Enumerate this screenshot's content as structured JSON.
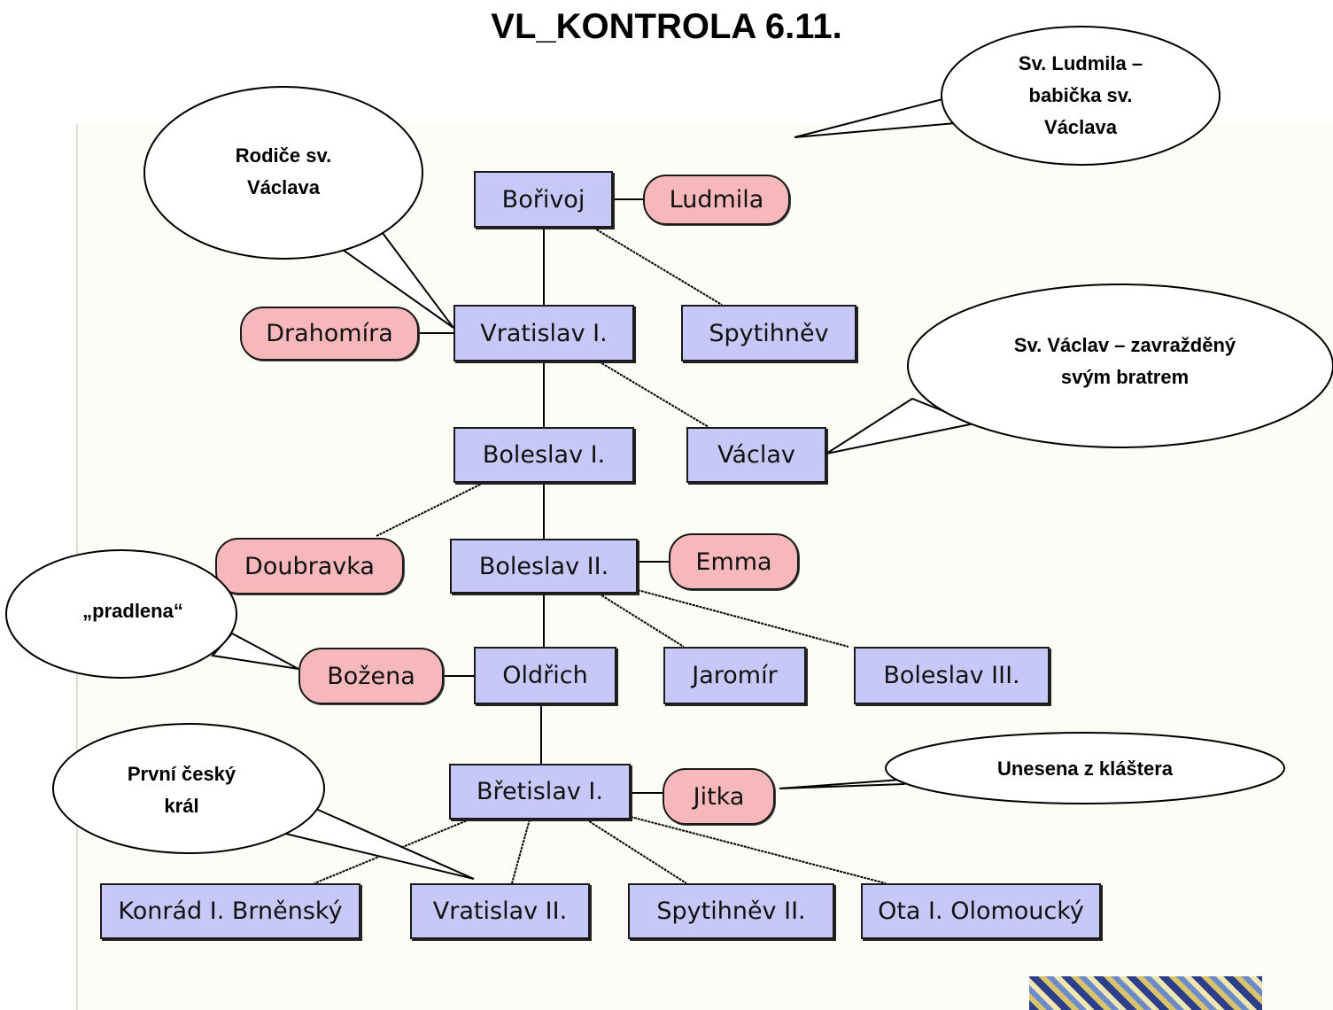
{
  "title": "VL_KONTROLA 6.11.",
  "nodes": {
    "borivoj": "Bořivoj",
    "ludmila": "Ludmila",
    "drahomira": "Drahomíra",
    "vratislav1": "Vratislav I.",
    "spytihnev": "Spytihněv",
    "boleslav1": "Boleslav I.",
    "vaclav": "Václav",
    "doubravka": "Doubravka",
    "boleslav2": "Boleslav II.",
    "emma": "Emma",
    "bozena": "Božena",
    "oldrich": "Oldřich",
    "jaromir": "Jaromír",
    "boleslav3": "Boleslav III.",
    "bretislav1": "Břetislav I.",
    "jitka": "Jitka",
    "konrad": "Konrád I. Brněnský",
    "vratislav2": "Vratislav II.",
    "spytihnev2": "Spytihněv II.",
    "ota": "Ota I. Olomoucký"
  },
  "bubbles": {
    "ludmila": [
      "Sv. Ludmila –",
      "babička sv.",
      "Václava"
    ],
    "parents": [
      "Rodiče sv.",
      "Václava"
    ],
    "vaclav": [
      "Sv. Václav – zavražděný",
      "svým bratrem"
    ],
    "pradlena": [
      "„pradlena“"
    ],
    "king": [
      "První český",
      "král"
    ],
    "jitka": [
      "Unesena z kláštera"
    ]
  }
}
